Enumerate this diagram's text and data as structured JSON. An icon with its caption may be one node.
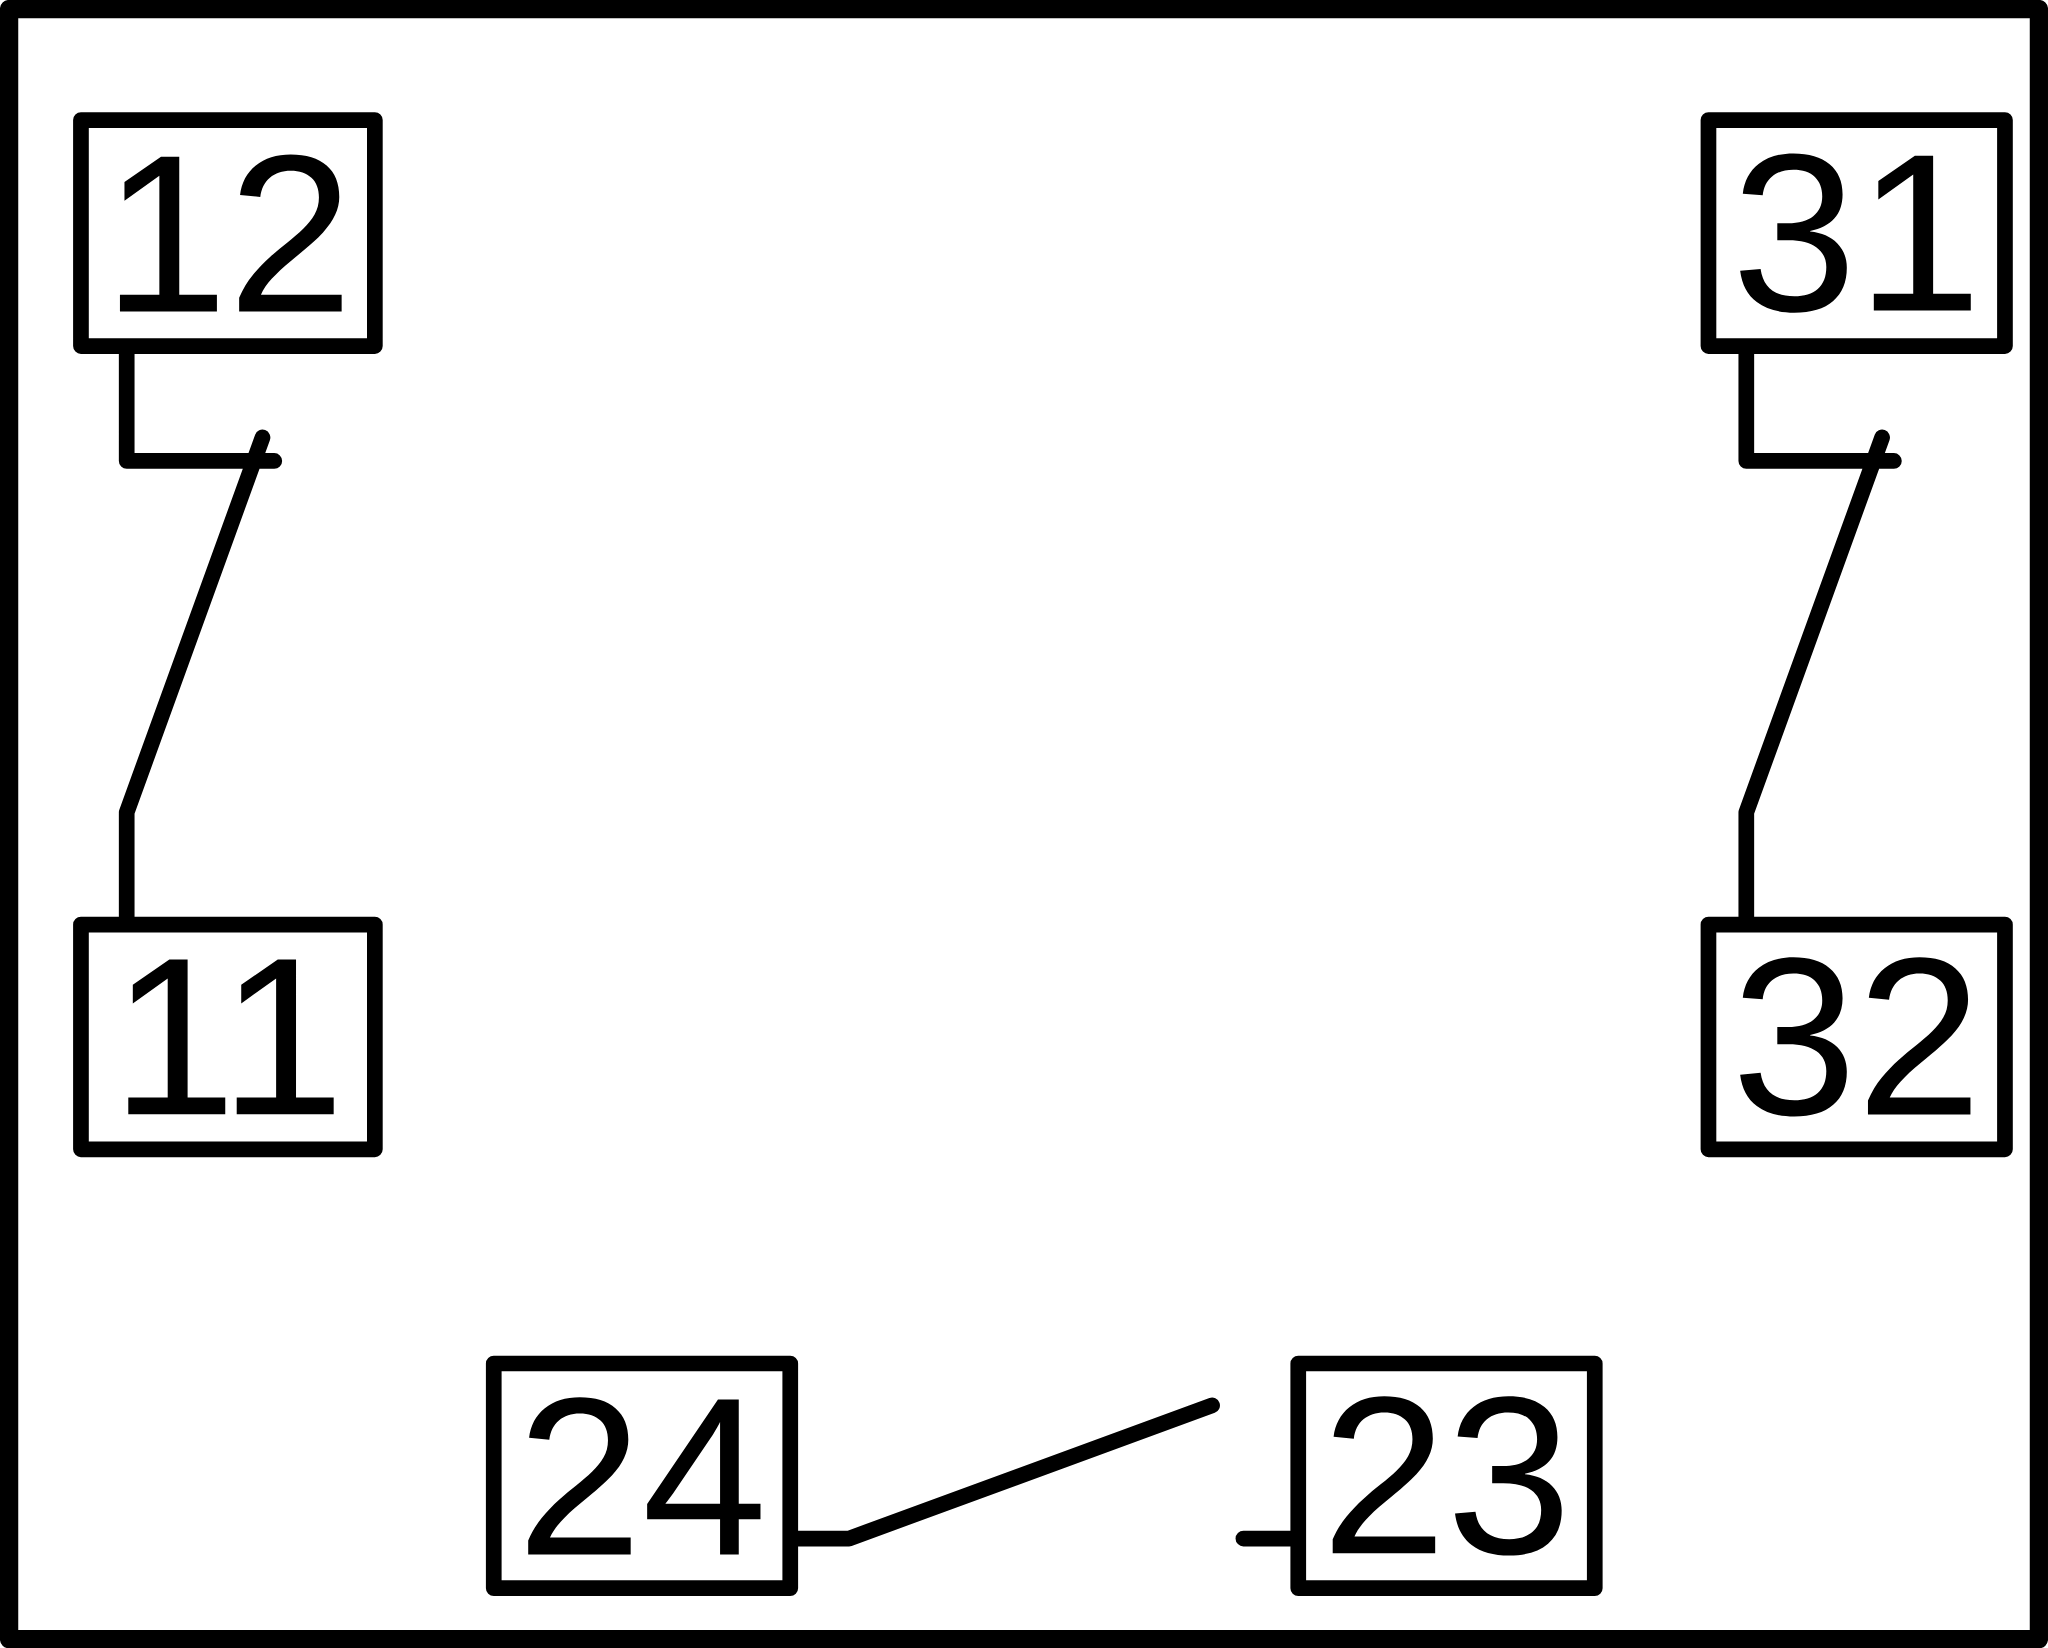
{
  "diagram": {
    "nodes": [
      {
        "text": [
          "12"
        ]
      },
      {
        "text": [
          "31"
        ]
      },
      {
        "text": [
          "11"
        ]
      },
      {
        "text": [
          "32"
        ]
      },
      {
        "text": [
          "24"
        ]
      },
      {
        "text": [
          "23"
        ]
      }
    ],
    "edges": [
      {
        "from": 2,
        "to": 0,
        "arrow": "none"
      },
      {
        "from": 3,
        "to": 1,
        "arrow": "none"
      },
      {
        "from": 4,
        "to": null,
        "arrow": "none"
      },
      {
        "from": 5,
        "to": null,
        "arrow": "none"
      }
    ]
  }
}
